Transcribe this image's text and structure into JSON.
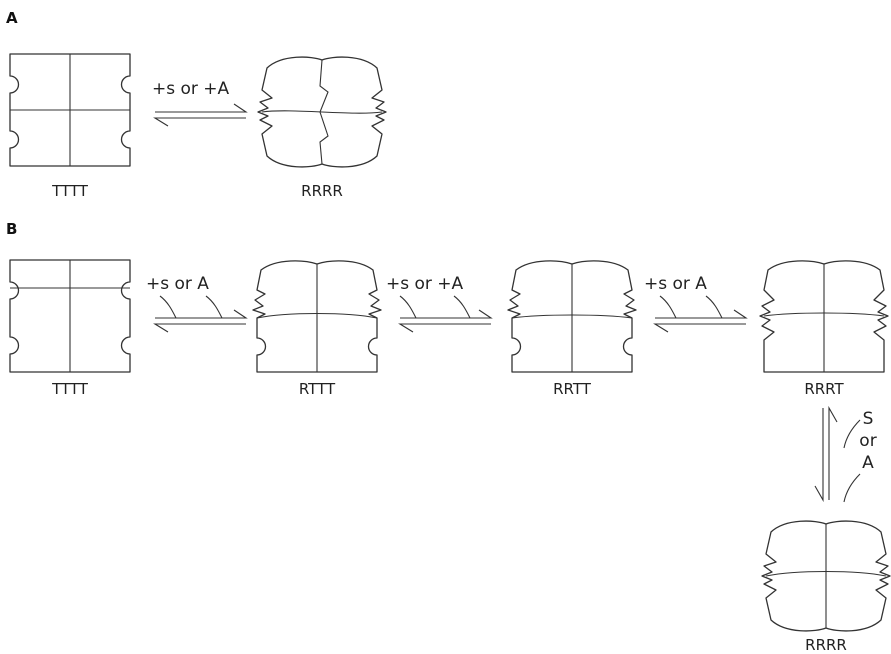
{
  "panels": {
    "a": {
      "label": "A",
      "left_state": "TTTT",
      "right_state": "RRRR",
      "arrow_label": "+s or +A"
    },
    "b": {
      "label": "B",
      "states": [
        "TTTT",
        "RTTT",
        "RRTT",
        "RRRT",
        "RRRR"
      ],
      "arrow_labels": [
        "+s or A",
        "+s or +A",
        "+s or A"
      ],
      "vertical_label": [
        "S",
        "or",
        "A"
      ]
    }
  },
  "colors": {
    "ink": "#333333",
    "background": "#ffffff"
  }
}
